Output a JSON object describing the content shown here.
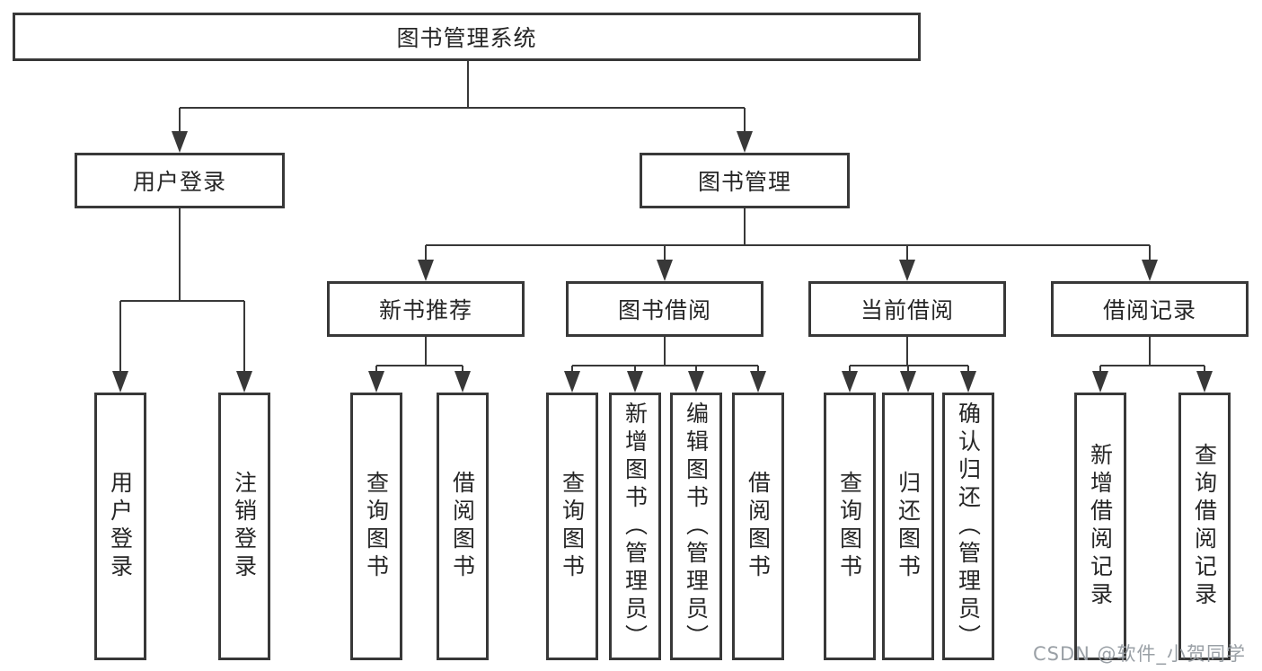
{
  "diagram": {
    "type": "tree",
    "root_label": "图书管理系统",
    "branches": [
      {
        "label": "用户登录",
        "children": [
          {
            "label": "用户登录"
          },
          {
            "label": "注销登录"
          }
        ]
      },
      {
        "label": "图书管理",
        "children": [
          {
            "label": "新书推荐",
            "children": [
              {
                "label": "查询图书"
              },
              {
                "label": "借阅图书"
              }
            ]
          },
          {
            "label": "图书借阅",
            "children": [
              {
                "label": "查询图书"
              },
              {
                "label": "新增图书（管理员）"
              },
              {
                "label": "编辑图书（管理员）"
              },
              {
                "label": "借阅图书"
              }
            ]
          },
          {
            "label": "当前借阅",
            "children": [
              {
                "label": "查询图书"
              },
              {
                "label": "归还图书"
              },
              {
                "label": "确认归还（管理员）"
              }
            ]
          },
          {
            "label": "借阅记录",
            "children": [
              {
                "label": "新增借阅记录"
              },
              {
                "label": "查询借阅记录"
              }
            ]
          }
        ]
      }
    ]
  },
  "watermark": {
    "text": "CSDN @软件_小贺同学"
  },
  "colors": {
    "background": "#ffffff",
    "box_border": "#383838",
    "line": "#383838",
    "text": "#262626",
    "watermark": "#9aa0a6"
  }
}
